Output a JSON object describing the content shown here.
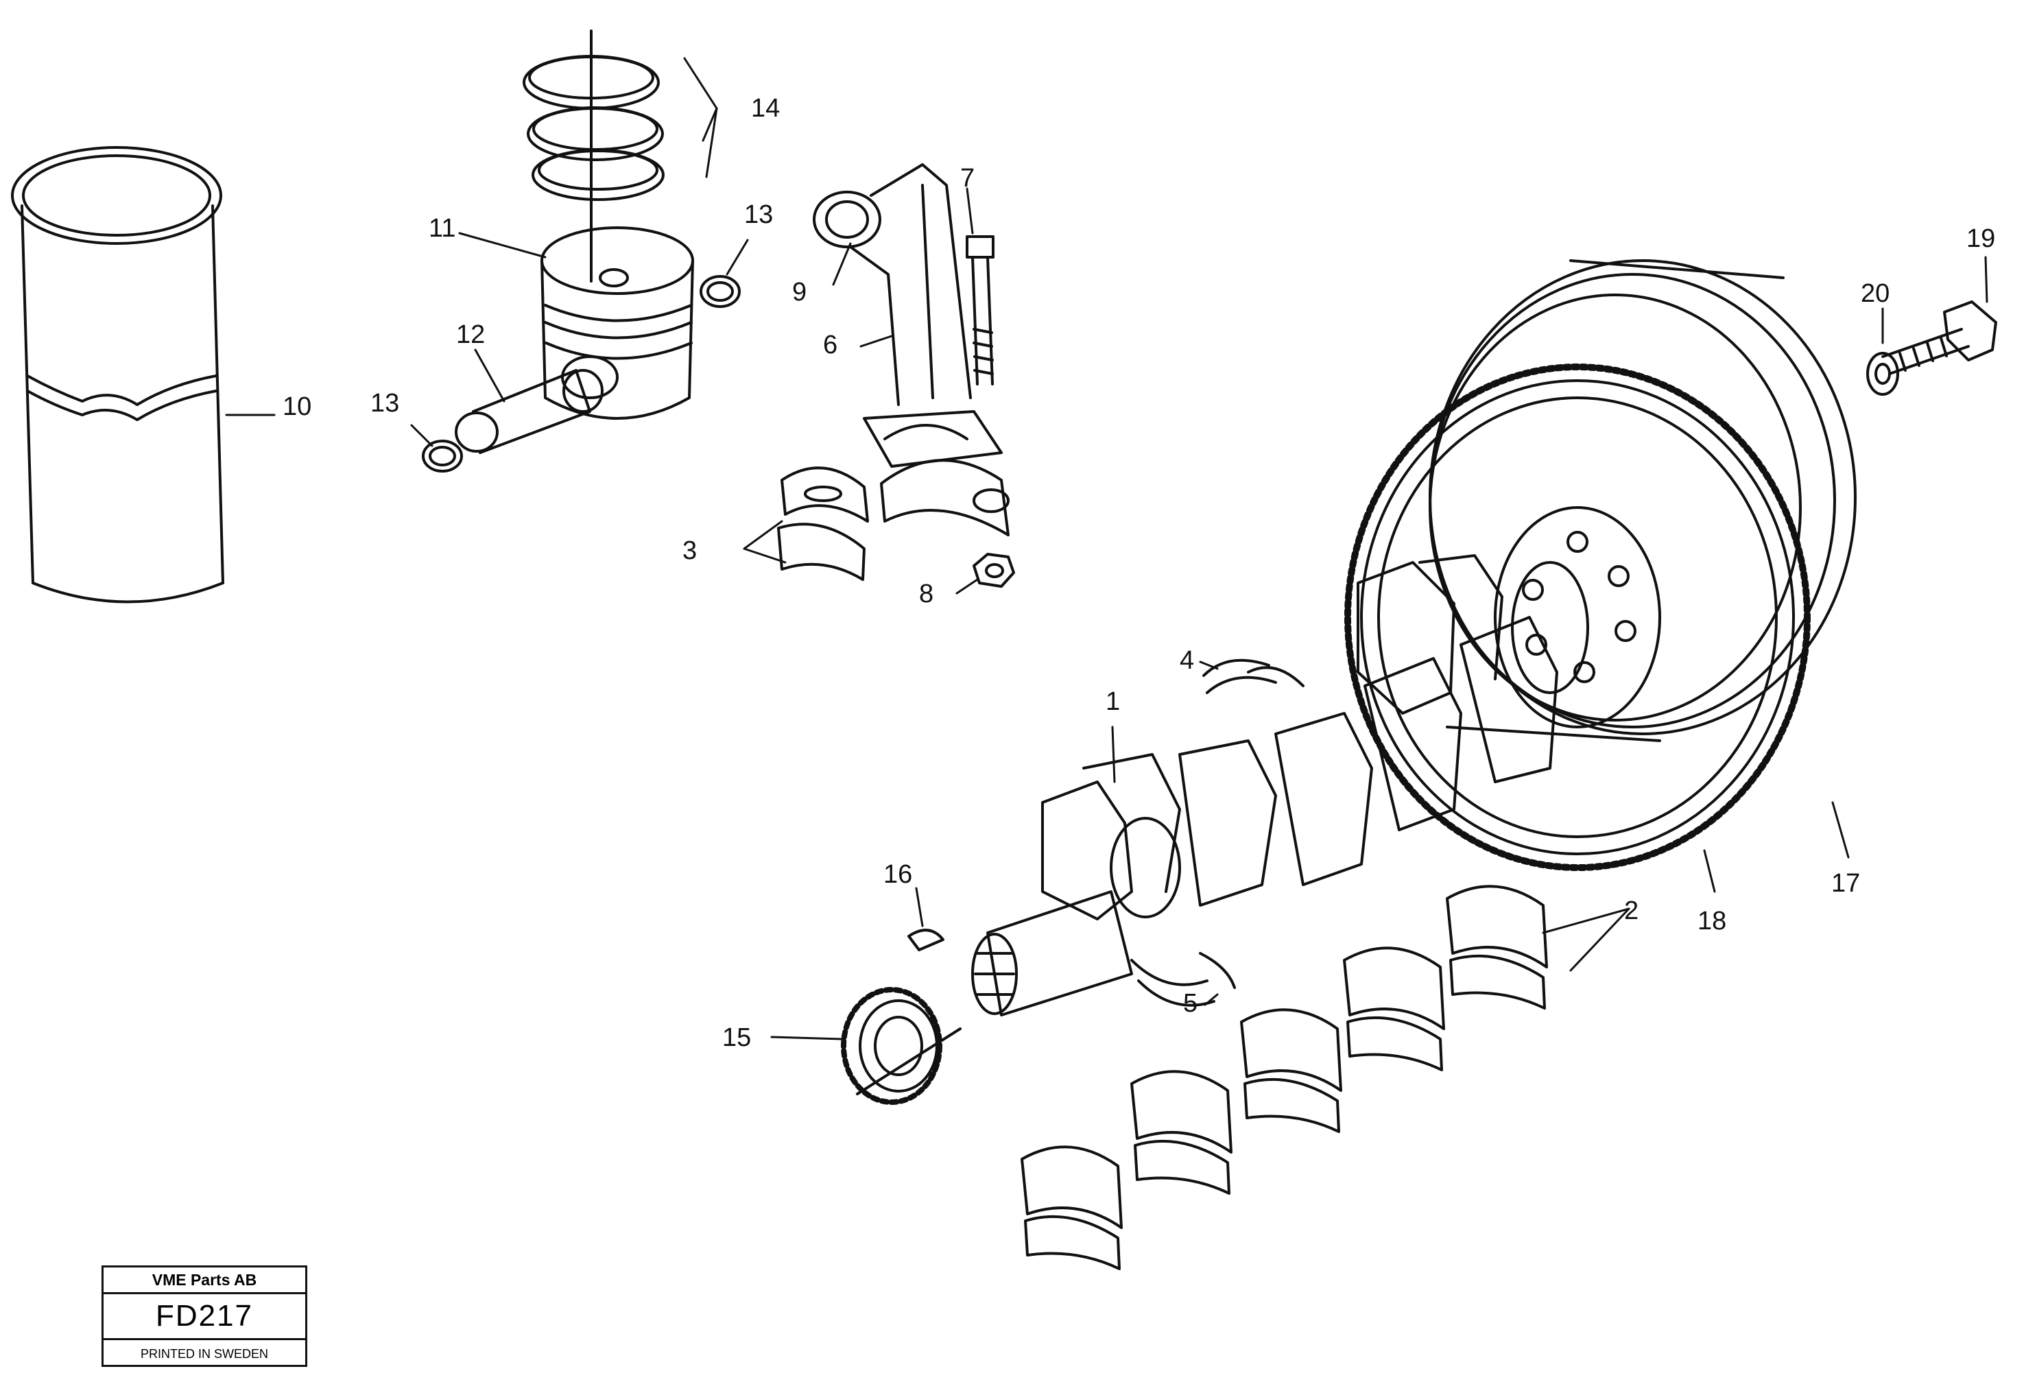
{
  "labels": [
    "1",
    "2",
    "3",
    "4",
    "5",
    "6",
    "7",
    "8",
    "9",
    "10",
    "11",
    "12",
    "13",
    "13",
    "14",
    "15",
    "16",
    "17",
    "18",
    "19",
    "20"
  ],
  "stamp": {
    "company": "VME Parts AB",
    "code": "FD217",
    "printed": "PRINTED IN SWEDEN"
  }
}
